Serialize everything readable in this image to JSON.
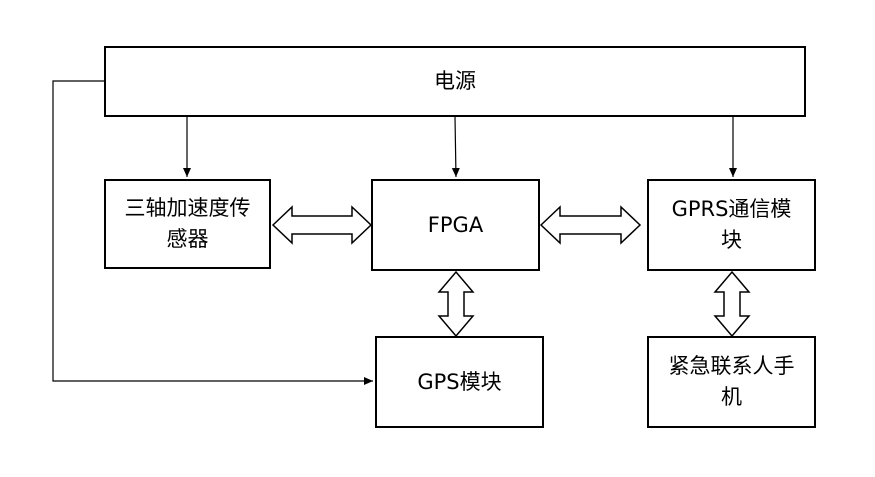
{
  "nodes": {
    "power": {
      "label": "电源"
    },
    "accelerometer": {
      "label": "三轴加速度传感器"
    },
    "fpga": {
      "label": "FPGA"
    },
    "gprs": {
      "label": "GPRS通信模块"
    },
    "gps": {
      "label": "GPS模块"
    },
    "phone": {
      "label": "紧急联系人手机"
    }
  },
  "edges": [
    {
      "from": "power",
      "to": "accelerometer",
      "kind": "single-arrow"
    },
    {
      "from": "power",
      "to": "fpga",
      "kind": "single-arrow"
    },
    {
      "from": "power",
      "to": "gprs",
      "kind": "single-arrow"
    },
    {
      "from": "power",
      "to": "gps",
      "kind": "single-arrow"
    },
    {
      "from": "accelerometer",
      "to": "fpga",
      "kind": "double-block-arrow"
    },
    {
      "from": "fpga",
      "to": "gprs",
      "kind": "double-block-arrow"
    },
    {
      "from": "fpga",
      "to": "gps",
      "kind": "double-block-arrow"
    },
    {
      "from": "gprs",
      "to": "phone",
      "kind": "double-block-arrow"
    }
  ]
}
